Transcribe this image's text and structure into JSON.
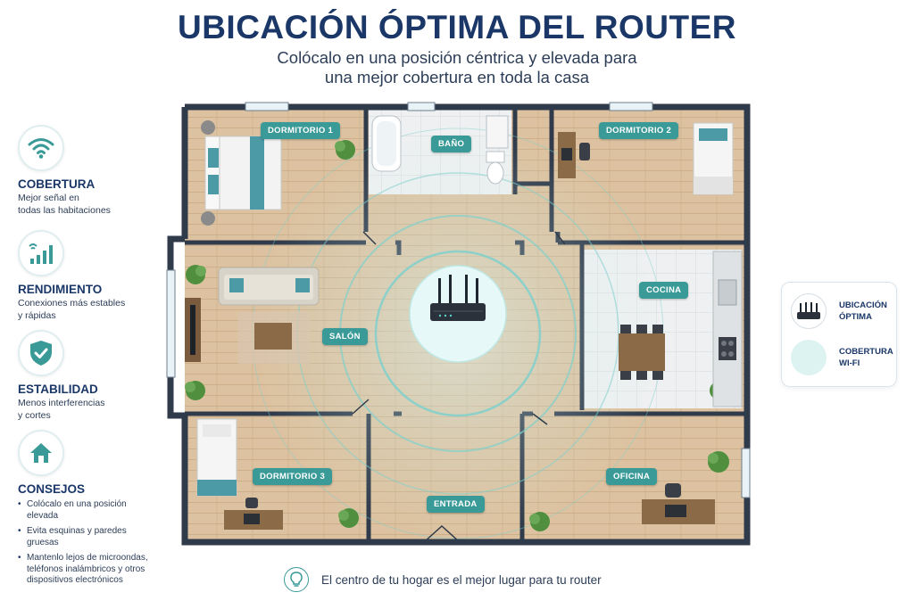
{
  "header": {
    "title": "UBICACIÓN ÓPTIMA DEL ROUTER",
    "subtitle_line1": "Colócalo en una posición céntrica y elevada para",
    "subtitle_line2": "una mejor cobertura en toda la casa"
  },
  "features": [
    {
      "icon": "wifi-icon",
      "title": "COBERTURA",
      "desc_line1": "Mejor señal en",
      "desc_line2": "todas las habitaciones"
    },
    {
      "icon": "signal-bars-icon",
      "title": "RENDIMIENTO",
      "desc_line1": "Conexiones más estables",
      "desc_line2": "y rápidas"
    },
    {
      "icon": "shield-check-icon",
      "title": "ESTABILIDAD",
      "desc_line1": "Menos interferencias",
      "desc_line2": "y cortes"
    },
    {
      "icon": "home-icon",
      "title": "CONSEJOS"
    }
  ],
  "tips": [
    "Colócalo en una posición elevada",
    "Evita esquinas y paredes gruesas",
    "Mantenlo lejos de microondas, teléfonos inalámbricos y otros dispositivos electrónicos"
  ],
  "rooms": {
    "dormitorio1": "DORMITORIO 1",
    "bano": "BAÑO",
    "dormitorio2": "DORMITORIO 2",
    "salon": "SALÓN",
    "cocina": "COCINA",
    "dormitorio3": "DORMITORIO 3",
    "entrada": "ENTRADA",
    "oficina": "OFICINA"
  },
  "legend": {
    "optimal_line1": "UBICACIÓN",
    "optimal_line2": "ÓPTIMA",
    "coverage_line1": "COBERTURA",
    "coverage_line2": "WI-FI"
  },
  "footer": {
    "text": "El centro de tu hogar es el mejor lugar para tu router",
    "icon": "lightbulb-icon"
  },
  "colors": {
    "title": "#1a3768",
    "accent": "#3a9a98",
    "wall": "#2f3a4a",
    "floor_wood": "#dcc2a0",
    "floor_tile": "#eef0f1",
    "coverage": "#cfeeec"
  }
}
